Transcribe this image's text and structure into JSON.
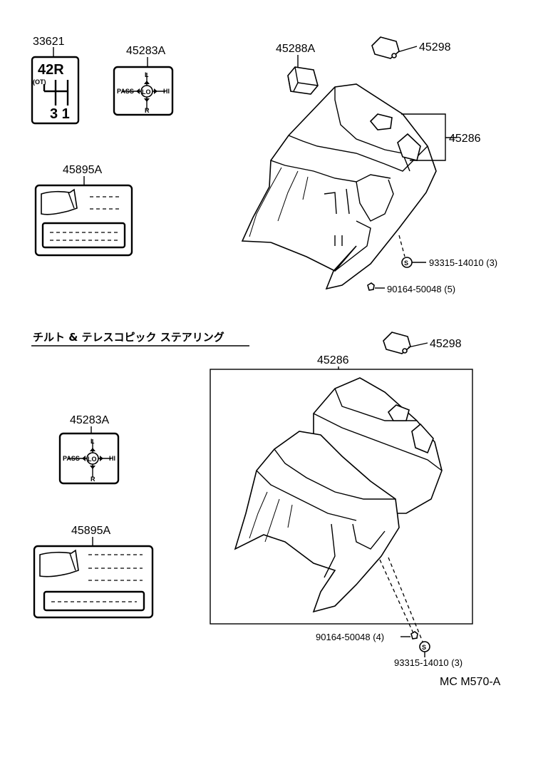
{
  "labels": {
    "p33621": "33621",
    "p45283a_top": "45283A",
    "p45288a": "45288A",
    "p45298_top": "45298",
    "p45286_top": "45286",
    "p45895a_top": "45895A",
    "p93315_top": "93315-14010 (3)",
    "p90164_top": "90164-50048 (5)",
    "section_title": "チルト & テレスコピック ステアリング",
    "p45298_bottom": "45298",
    "p45286_bottom": "45286",
    "p45283a_bottom": "45283A",
    "p45895a_bottom": "45895A",
    "p90164_bottom": "90164-50048 (4)",
    "p93315_bottom": "93315-14010 (3)",
    "diagram_code": "MC  M570-A"
  },
  "shift_pattern": {
    "top_row": "42R",
    "side": "(OT)",
    "bottom_row": "3 1"
  },
  "switch_label": {
    "left": "PASS",
    "center": "LO",
    "right": "HI",
    "up": "L",
    "down": "R"
  },
  "clip_letter": "S"
}
